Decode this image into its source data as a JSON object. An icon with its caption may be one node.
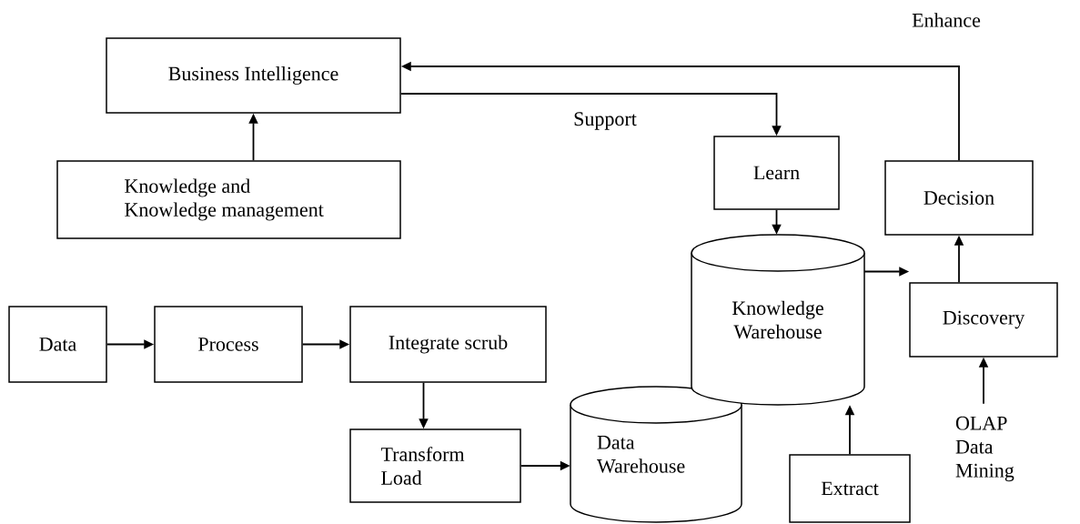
{
  "diagram": {
    "nodes": [
      {
        "text": [
          "Business Intelligence"
        ]
      },
      {
        "text": [
          "Knowledge and Knowledge management"
        ]
      },
      {
        "text": [
          "Learn"
        ]
      },
      {
        "text": [
          "Decision"
        ]
      },
      {
        "text": [
          "Knowledge Warehouse"
        ]
      },
      {
        "text": [
          "Discovery"
        ]
      },
      {
        "text": [
          "Data"
        ]
      },
      {
        "text": [
          "Process"
        ]
      },
      {
        "text": [
          "Integrate scrub"
        ]
      },
      {
        "text": [
          "Transform Load"
        ]
      },
      {
        "text": [
          "Data Warehouse"
        ]
      },
      {
        "text": [
          "Extract"
        ]
      },
      {
        "text": [
          "OLAP Data Mining"
        ]
      }
    ],
    "edges": [
      {
        "from": 1,
        "to": 0,
        "arrow": "to"
      },
      {
        "from": 0,
        "to": 2,
        "arrow": "to",
        "label": "Support"
      },
      {
        "from": 3,
        "to": 0,
        "arrow": "to",
        "label": "Enhance"
      },
      {
        "from": 2,
        "to": 4,
        "arrow": "to"
      },
      {
        "from": 4,
        "to": 5,
        "arrow": "to"
      },
      {
        "from": 5,
        "to": 3,
        "arrow": "to"
      },
      {
        "from": 6,
        "to": 7,
        "arrow": "to"
      },
      {
        "from": 7,
        "to": 8,
        "arrow": "to"
      },
      {
        "from": 8,
        "to": 9,
        "arrow": "to"
      },
      {
        "from": 9,
        "to": 10,
        "arrow": "to"
      },
      {
        "from": 11,
        "to": 4,
        "arrow": "to"
      },
      {
        "from": 12,
        "to": 5,
        "arrow": "to"
      }
    ]
  }
}
